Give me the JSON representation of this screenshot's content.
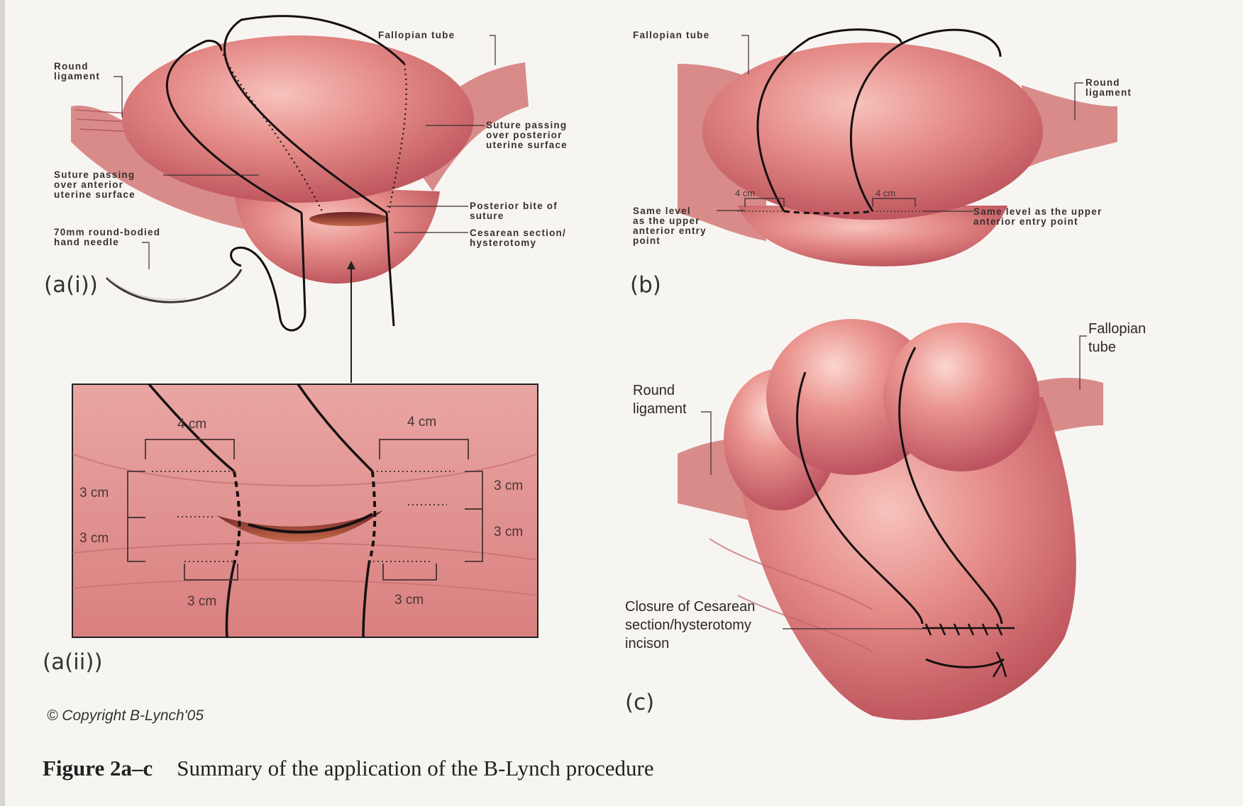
{
  "panel_ai": {
    "id": "(a(i))",
    "labels": {
      "fallopian_tube": "Fallopian tube",
      "round_ligament": "Round\nligament",
      "suture_posterior": "Suture passing\nover posterior\nuterine surface",
      "suture_anterior": "Suture passing\nover anterior\nuterine surface",
      "posterior_bite": "Posterior bite of\nsuture",
      "needle": "70mm round-bodied\nhand needle",
      "cesarean": "Cesarean section/\nhysterotomy"
    }
  },
  "panel_aii": {
    "id": "(a(ii))",
    "dims": {
      "top_left": "4 cm",
      "top_right": "4 cm",
      "left_upper": "3 cm",
      "left_lower": "3 cm",
      "right_upper": "3 cm",
      "right_lower": "3 cm",
      "bottom_left": "3 cm",
      "bottom_right": "3 cm"
    }
  },
  "panel_b": {
    "id": "(b)",
    "labels": {
      "fallopian_tube": "Fallopian tube",
      "round_ligament": "Round\nligament",
      "same_level_left": "Same level\nas the upper\nanterior entry\npoint",
      "same_level_right": "Same level as the upper\nanterior entry point"
    },
    "dims": {
      "left": "4 cm",
      "right": "4 cm"
    }
  },
  "panel_c": {
    "id": "(c)",
    "labels": {
      "fallopian_tube": "Fallopian\ntube",
      "round_ligament": "Round\nligament",
      "closure": "Closure of Cesarean\nsection/hysterotomy\nincison"
    }
  },
  "copyright": "© Copyright B-Lynch'05",
  "caption": {
    "figure_number": "Figure 2a–c",
    "text": "Summary of the application of the B-Lynch procedure"
  },
  "colors": {
    "tissue": "#d9787a",
    "tissue_dark": "#b8525a",
    "suture": "#151010",
    "label": "#3a2f2f"
  }
}
